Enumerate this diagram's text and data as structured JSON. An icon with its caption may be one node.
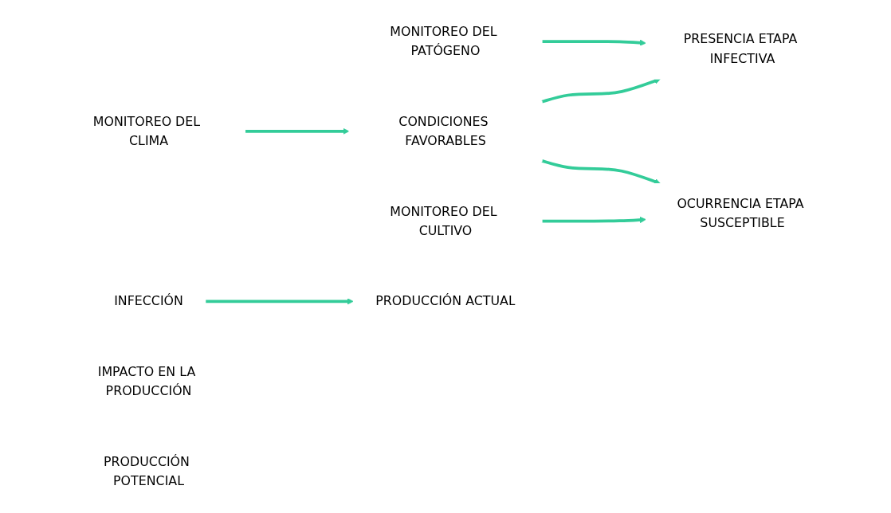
{
  "diagram": {
    "nodes": [
      {
        "text": [
          "MONITOREO DEL PATÓGENO"
        ]
      },
      {
        "text": [
          "PRESENCIA ETAPA INFECTIVA"
        ]
      },
      {
        "text": [
          "INFECCIÓN"
        ]
      },
      {
        "text": [
          "MONITOREO DEL CLIMA"
        ]
      },
      {
        "text": [
          "CONDICIONES FAVORABLES"
        ]
      },
      {
        "text": [
          "MONITOREO DEL CULTIVO"
        ]
      },
      {
        "text": [
          "OCURRENCIA ETAPA SUSCEPTIBLE"
        ]
      },
      {
        "text": [
          "PRODUCCIÓN ACTUAL"
        ]
      },
      {
        "text": [
          "IMPACTO EN LA PRODUCCIÓN"
        ]
      },
      {
        "text": [
          "PRODUCCIÓN POTENCIAL"
        ]
      }
    ],
    "edges": [
      {
        "from": 0,
        "to": 1,
        "arrow": "to",
        "color": "#33cc99"
      },
      {
        "from": 4,
        "to": 1,
        "arrow": "to",
        "color": "#33cc99"
      },
      {
        "from": 3,
        "to": 4,
        "arrow": "to",
        "color": "#33cc99"
      },
      {
        "from": 4,
        "to": 6,
        "arrow": "to",
        "color": "#33cc99"
      },
      {
        "from": 5,
        "to": 6,
        "arrow": "to",
        "color": "#33cc99"
      },
      {
        "from": 2,
        "to": 7,
        "arrow": "to",
        "color": "#33cc99"
      }
    ]
  }
}
